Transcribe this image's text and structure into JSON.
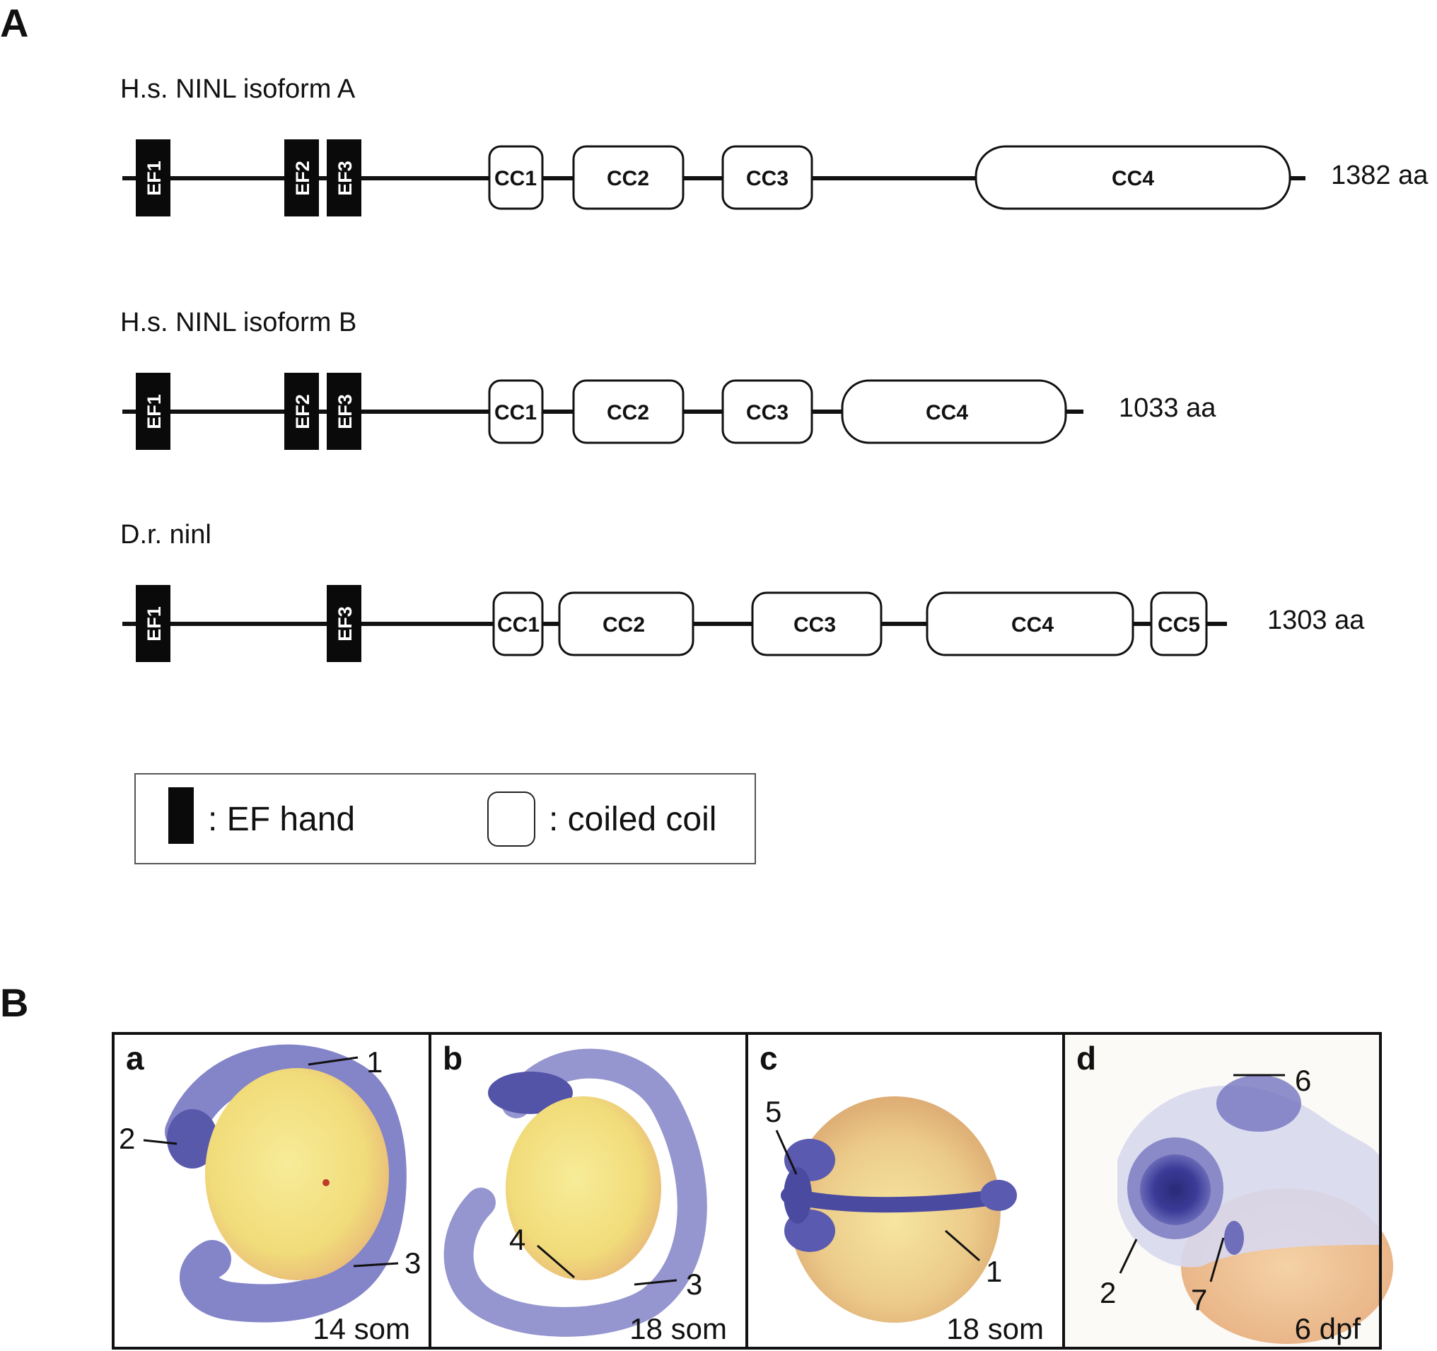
{
  "panel_a": {
    "letter": "A",
    "tracks": [
      {
        "title": "H.s. NINL isoform A",
        "length": "1382 aa",
        "ef_hands": [
          "EF1",
          "EF2",
          "EF3"
        ],
        "coiled_coils": [
          "CC1",
          "CC2",
          "CC3",
          "CC4"
        ]
      },
      {
        "title": "H.s. NINL isoform B",
        "length": "1033 aa",
        "ef_hands": [
          "EF1",
          "EF2",
          "EF3"
        ],
        "coiled_coils": [
          "CC1",
          "CC2",
          "CC3",
          "CC4"
        ]
      },
      {
        "title": "D.r. ninl",
        "length": "1303 aa",
        "ef_hands": [
          "EF1",
          "EF3"
        ],
        "coiled_coils": [
          "CC1",
          "CC2",
          "CC3",
          "CC4",
          "CC5"
        ]
      }
    ],
    "legend": {
      "ef_hand": ": EF hand",
      "coiled_coil": ": coiled coil"
    }
  },
  "panel_b": {
    "letter": "B",
    "subpanels": [
      {
        "letter": "a",
        "stage": "14 som",
        "callouts": [
          "1",
          "2",
          "3"
        ]
      },
      {
        "letter": "b",
        "stage": "18 som",
        "callouts": [
          "4",
          "3"
        ]
      },
      {
        "letter": "c",
        "stage": "18 som",
        "callouts": [
          "5",
          "1"
        ]
      },
      {
        "letter": "d",
        "stage": "6 dpf",
        "callouts": [
          "6",
          "2",
          "7"
        ]
      }
    ]
  },
  "colors": {
    "ef_hand": "#0a0a0a",
    "stain": "#5a5aa8",
    "yolk": "#f2e080"
  }
}
